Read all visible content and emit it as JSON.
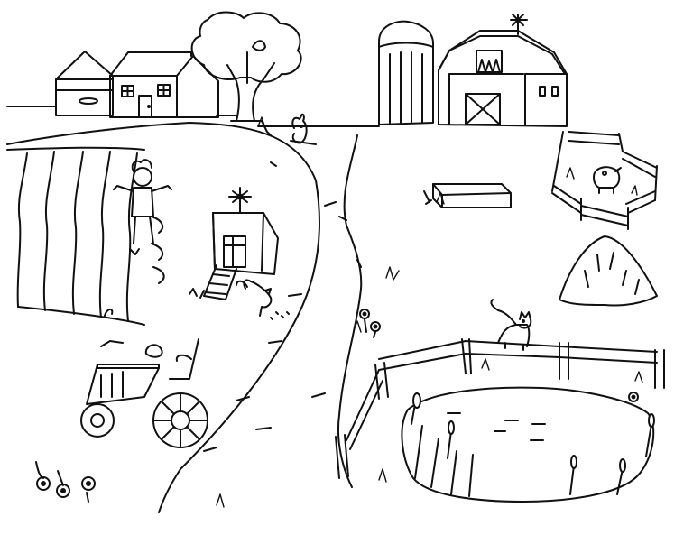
{
  "scene": {
    "style": "black-and-white line drawing (coloring page)",
    "stroke_color": "#111111",
    "background_color": "#ffffff",
    "objects": [
      "farmhouse",
      "tree",
      "silo",
      "barn",
      "weathervane",
      "crop-field",
      "scarecrow",
      "chicken-coop",
      "rooster",
      "dirt-road",
      "pigpen",
      "pig",
      "feed-trough",
      "haystack",
      "fence",
      "cat",
      "pond",
      "cattails",
      "tractor",
      "flowers",
      "rabbit"
    ]
  }
}
